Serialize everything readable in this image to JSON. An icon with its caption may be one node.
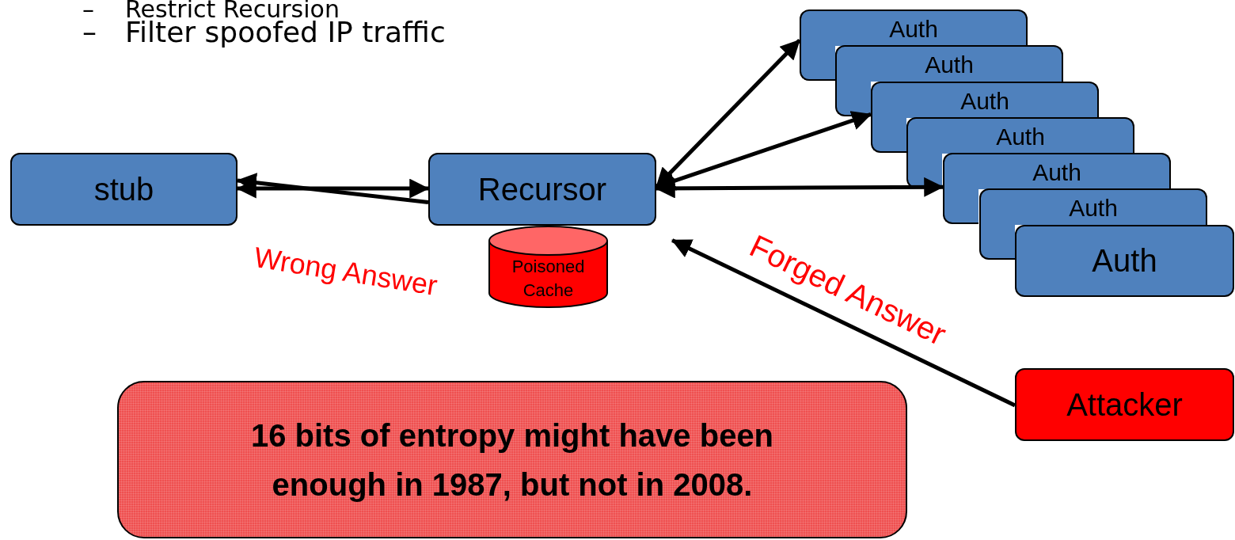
{
  "diagram": {
    "nodes": [
      {
        "text": [
          "stub"
        ]
      },
      {
        "text": [
          "Recursor"
        ]
      },
      {
        "text": [
          "Poisoned Cache"
        ]
      },
      {
        "text": [
          "Auth"
        ]
      },
      {
        "text": [
          "Auth"
        ]
      },
      {
        "text": [
          "Auth"
        ]
      },
      {
        "text": [
          "Auth"
        ]
      },
      {
        "text": [
          "Auth"
        ]
      },
      {
        "text": [
          "Auth"
        ]
      },
      {
        "text": [
          "Auth"
        ]
      },
      {
        "text": [
          "Attacker"
        ]
      },
      {
        "text": [
          "16 bits of entropy might have been enough in 1987, but not in 2008."
        ]
      }
    ],
    "edges": [
      {
        "from": 0,
        "to": 1,
        "arrow": "both"
      },
      {
        "from": 1,
        "to": 0,
        "arrow": "to"
      },
      {
        "from": 1,
        "to": 3,
        "arrow": "both"
      },
      {
        "from": 1,
        "to": 5,
        "arrow": "both"
      },
      {
        "from": 1,
        "to": 7,
        "arrow": "both"
      },
      {
        "from": 10,
        "to": 1,
        "arrow": "to",
        "label": "Forged Answer"
      }
    ],
    "labels": [
      "–",
      "Restrict Recursion",
      "–",
      "Filter spoofed IP traffic",
      "Wrong Answer"
    ]
  }
}
